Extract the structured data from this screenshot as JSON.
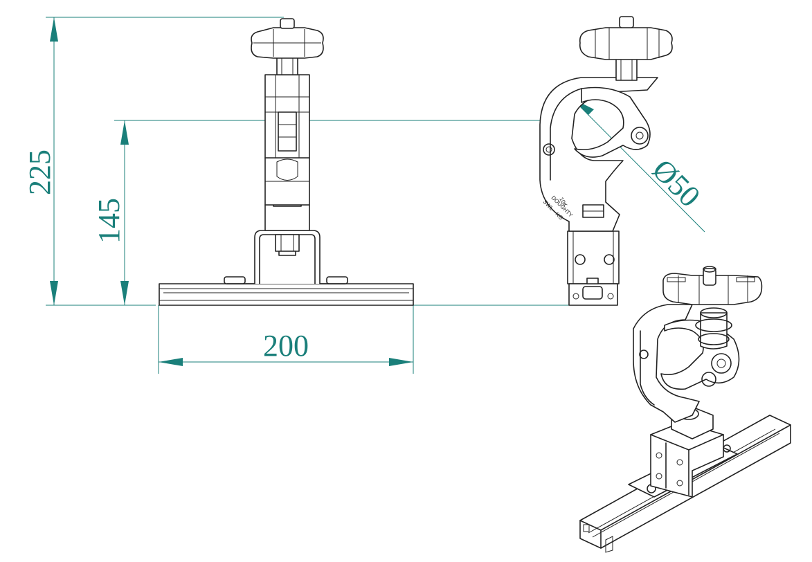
{
  "dimensions": {
    "overall_height": "225",
    "pipe_center_height": "145",
    "base_width": "200",
    "pipe_diameter": "Ø50"
  },
  "clamp_markings": {
    "line1": "10K",
    "line2": "DOUGHTY",
    "line3": "SWL—KG"
  },
  "colors": {
    "dimension": "#1a7f7a",
    "linework": "#222222",
    "background": "#ffffff"
  }
}
